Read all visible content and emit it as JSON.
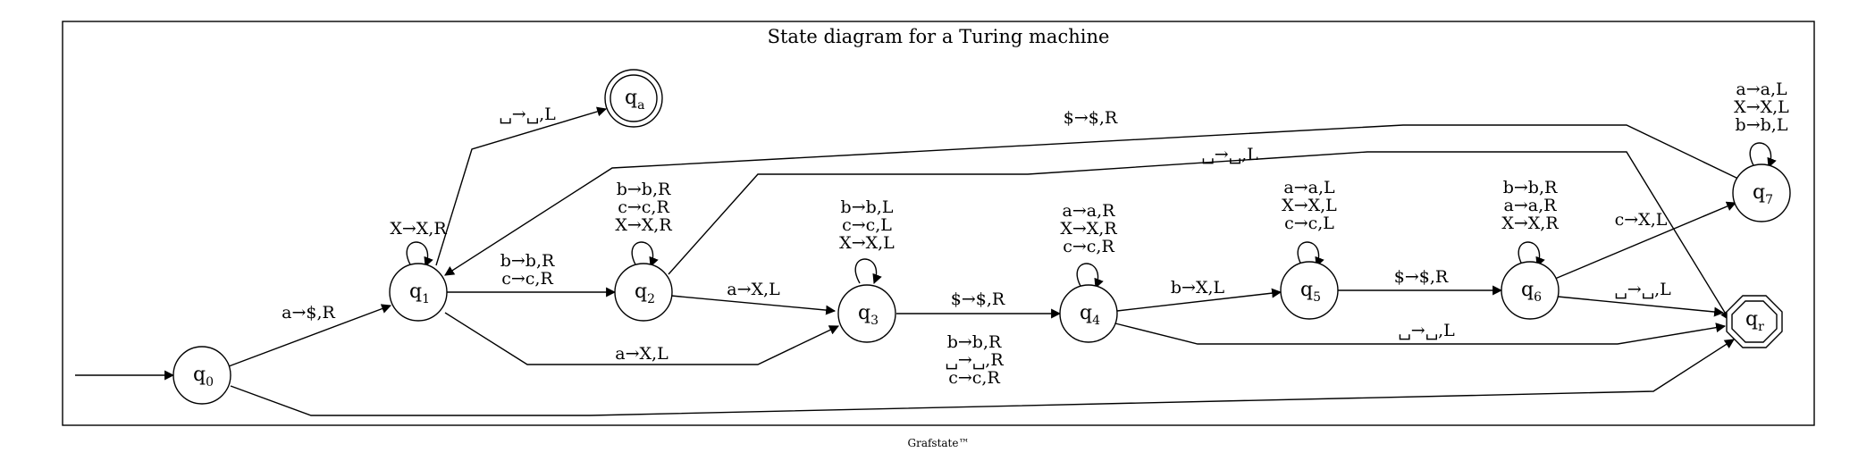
{
  "title": "State diagram for a Turing machine",
  "footer": "Grafstate™",
  "states": [
    {
      "id": "q0",
      "name": "q",
      "sub": "0",
      "kind": "start"
    },
    {
      "id": "q1",
      "name": "q",
      "sub": "1",
      "kind": "normal"
    },
    {
      "id": "q2",
      "name": "q",
      "sub": "2",
      "kind": "normal"
    },
    {
      "id": "q3",
      "name": "q",
      "sub": "3",
      "kind": "normal"
    },
    {
      "id": "q4",
      "name": "q",
      "sub": "4",
      "kind": "normal"
    },
    {
      "id": "q5",
      "name": "q",
      "sub": "5",
      "kind": "normal"
    },
    {
      "id": "q6",
      "name": "q",
      "sub": "6",
      "kind": "normal"
    },
    {
      "id": "q7",
      "name": "q",
      "sub": "7",
      "kind": "normal"
    },
    {
      "id": "qa",
      "name": "q",
      "sub": "a",
      "kind": "accept"
    },
    {
      "id": "qr",
      "name": "q",
      "sub": "r",
      "kind": "reject"
    }
  ],
  "transitions": [
    {
      "from": "q0",
      "to": "q1",
      "label": [
        "a→$,R"
      ]
    },
    {
      "from": "q0",
      "to": "qr",
      "label": [
        "b→b,R",
        "␣→␣,R",
        "c→c,R"
      ]
    },
    {
      "from": "q1",
      "to": "q1",
      "label": [
        "X→X,R"
      ]
    },
    {
      "from": "q1",
      "to": "qa",
      "label": [
        "␣→␣,L"
      ]
    },
    {
      "from": "q1",
      "to": "q2",
      "label": [
        "b→b,R",
        "c→c,R"
      ]
    },
    {
      "from": "q1",
      "to": "q3",
      "label": [
        "a→X,L"
      ]
    },
    {
      "from": "q2",
      "to": "q2",
      "label": [
        "b→b,R",
        "c→c,R",
        "X→X,R"
      ]
    },
    {
      "from": "q2",
      "to": "q3",
      "label": [
        "a→X,L"
      ]
    },
    {
      "from": "q2",
      "to": "qr",
      "label": [
        "␣→␣,L"
      ]
    },
    {
      "from": "q3",
      "to": "q3",
      "label": [
        "b→b,L",
        "c→c,L",
        "X→X,L"
      ]
    },
    {
      "from": "q3",
      "to": "q4",
      "label": [
        "$→$,R"
      ]
    },
    {
      "from": "q4",
      "to": "q4",
      "label": [
        "a→a,R",
        "X→X,R",
        "c→c,R"
      ]
    },
    {
      "from": "q4",
      "to": "q5",
      "label": [
        "b→X,L"
      ]
    },
    {
      "from": "q4",
      "to": "qr",
      "label": [
        "␣→␣,L"
      ]
    },
    {
      "from": "q5",
      "to": "q5",
      "label": [
        "a→a,L",
        "X→X,L",
        "c→c,L"
      ]
    },
    {
      "from": "q5",
      "to": "q6",
      "label": [
        "$→$,R"
      ]
    },
    {
      "from": "q6",
      "to": "q6",
      "label": [
        "b→b,R",
        "a→a,R",
        "X→X,R"
      ]
    },
    {
      "from": "q6",
      "to": "q7",
      "label": [
        "c→X,L"
      ]
    },
    {
      "from": "q6",
      "to": "qr",
      "label": [
        "␣→␣,L"
      ]
    },
    {
      "from": "q7",
      "to": "q7",
      "label": [
        "a→a,L",
        "X→X,L",
        "b→b,L"
      ]
    },
    {
      "from": "q7",
      "to": "q1",
      "label": [
        "$→$,R"
      ]
    }
  ]
}
